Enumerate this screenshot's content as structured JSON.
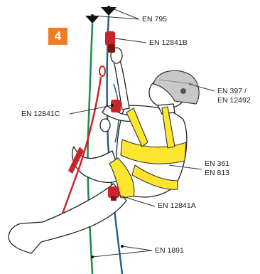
{
  "step_badge": "4",
  "colors": {
    "badge": "#ee7d23",
    "rope_green": "#1c8a4a",
    "rope_blue": "#2b5f86",
    "harness_yellow": "#ffe62e",
    "device_red": "#c8242b",
    "helmet_grey": "#c8c8c8",
    "leader_line": "#333333"
  },
  "labels": {
    "en795": "EN 795",
    "en12841b": "EN 12841B",
    "en397": "EN 397 /",
    "en12492": "EN 12492",
    "en12841c": "EN 12841C",
    "en361": "EN 361",
    "en813": "EN 813",
    "en12841a": "EN 12841A",
    "en1891": "EN 1891"
  }
}
